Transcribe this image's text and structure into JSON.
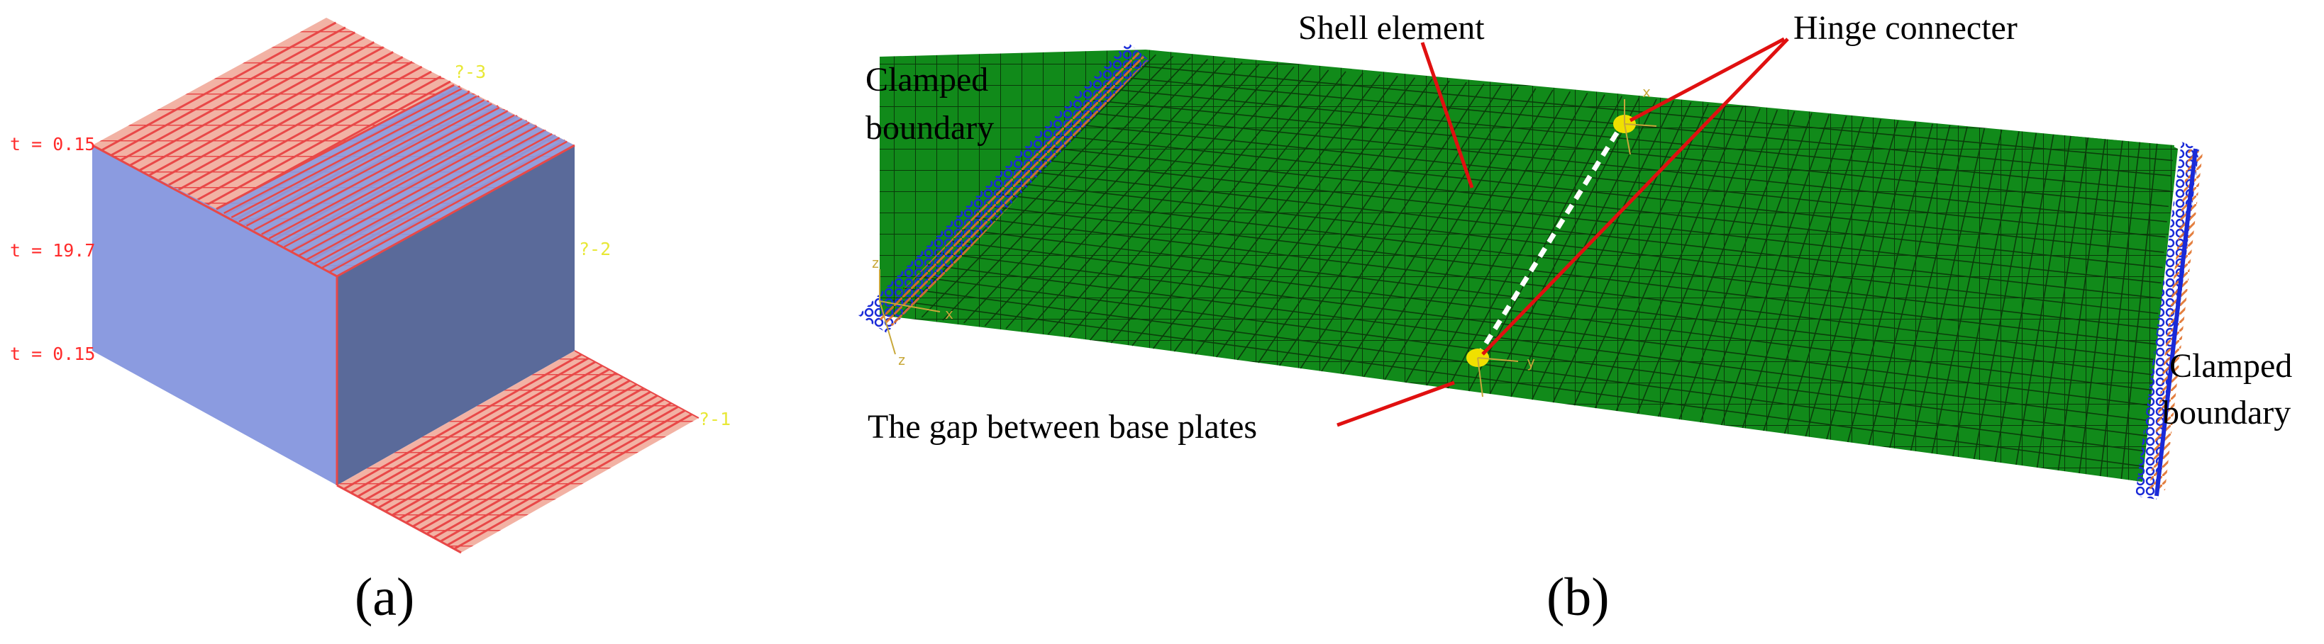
{
  "panel_a": {
    "label": "(a)",
    "thickness_labels": [
      "t = 0.15",
      "t = 19.7",
      "t = 0.15"
    ],
    "ply_labels": [
      "?-3",
      "?-2",
      "?-1"
    ]
  },
  "panel_b": {
    "label": "(b)",
    "annotations": {
      "shell_element": "Shell element",
      "hinge_connecter": "Hinge connecter",
      "clamped_left_1": "Clamped",
      "clamped_left_2": "boundary",
      "clamped_right_1": "Clamped",
      "clamped_right_2": "boundary",
      "gap": "The gap between base plates"
    },
    "axis_letters": {
      "z": "z",
      "x": "x",
      "y": "y"
    }
  },
  "colors": {
    "mesh_green": "#118a1a",
    "mesh_line": "#0a3a0a",
    "leader_red": "#e01010",
    "face_light": "#8b9be0",
    "face_dark": "#5a6a9a",
    "ply_red": "#e84848",
    "boundary_blue": "#1a2ad8",
    "boundary_orange": "#e07028",
    "hinge_yellow": "#f0e000"
  }
}
